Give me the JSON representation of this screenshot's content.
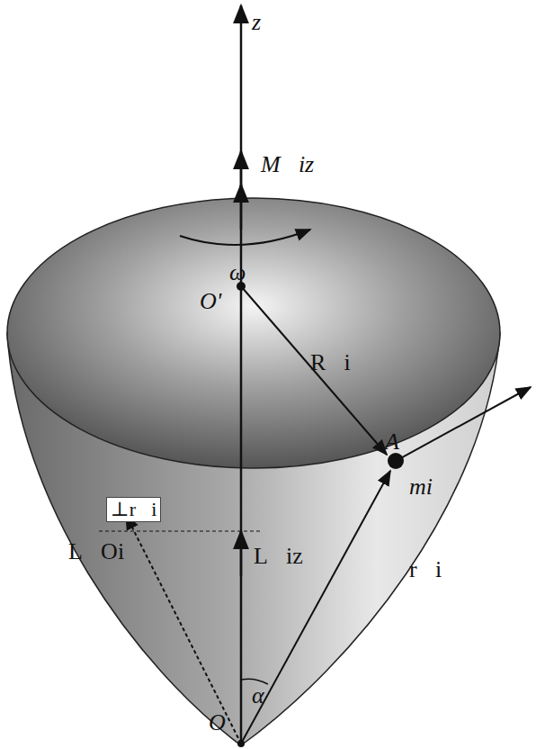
{
  "diagram": {
    "nodes": [
      {
        "text": [
          "⊥r⃗i"
        ]
      }
    ],
    "labels": [
      "z",
      "M⃗iz",
      "ω⃗",
      "O'",
      "R⃗i",
      "A",
      "mi",
      "r⃗i",
      "L⃗iz",
      "L⃗Oi",
      "α",
      "O"
    ]
  }
}
